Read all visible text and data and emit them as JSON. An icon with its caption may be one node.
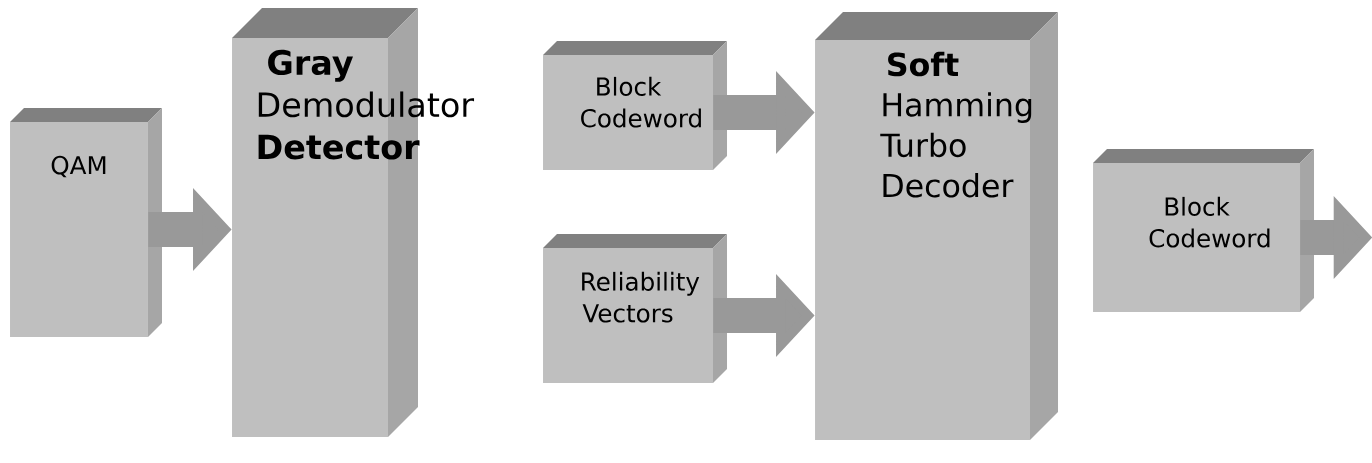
{
  "diagram": {
    "nodes": [
      {
        "text": [
          "QAM"
        ]
      },
      {
        "text": [
          "**Gray** Demodulator **Detector**"
        ]
      },
      {
        "text": [
          "Block Codeword"
        ]
      },
      {
        "text": [
          "**Soft** Hamming Turbo Decoder"
        ]
      },
      {
        "text": [
          "Reliability Vectors"
        ]
      },
      {
        "text": [
          "Block Codeword"
        ]
      }
    ],
    "edges": [
      {
        "from": 0,
        "to": 1,
        "arrow": "to"
      },
      {
        "from": 2,
        "to": 3,
        "arrow": "to"
      },
      {
        "from": 4,
        "to": 3,
        "arrow": "to"
      },
      {
        "from": 5,
        "to": null,
        "arrow": "to"
      }
    ]
  }
}
